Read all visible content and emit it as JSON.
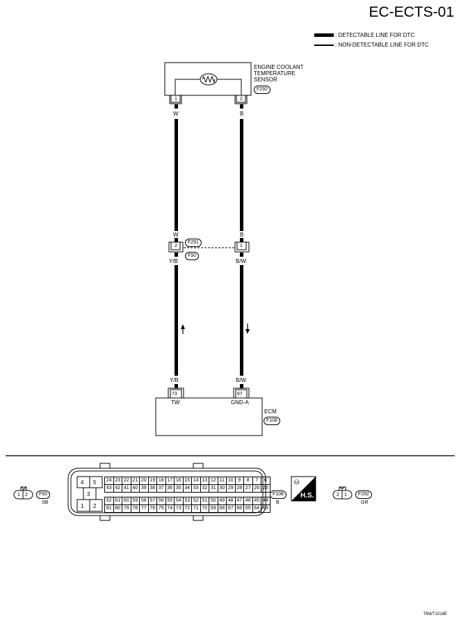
{
  "header": {
    "title": "EC-ECTS-01"
  },
  "legend": {
    "detectable": ": DETECTABLE LINE FOR DTC",
    "non_detectable": ": NON-DETECTABLE LINE FOR DTC"
  },
  "sensor": {
    "name_line1": "ENGINE COOLANT",
    "name_line2": "TEMPERATURE",
    "name_line3": "SENSOR",
    "connector": "F292",
    "pins": [
      "1",
      "2"
    ],
    "wire_colors": [
      "W",
      "B"
    ]
  },
  "joint": {
    "connector_top": "F291",
    "connector_bottom": "F50",
    "pins": [
      "2",
      "1"
    ],
    "upper_colors": [
      "W",
      "B"
    ],
    "lower_colors": [
      "Y/B",
      "B/W"
    ]
  },
  "ecm": {
    "name": "ECM",
    "connector": "F108",
    "pins": [
      "73",
      "67"
    ],
    "pin_labels": [
      "TW",
      "GND-A"
    ],
    "wire_colors": [
      "Y/B",
      "B/W"
    ]
  },
  "connectors": {
    "f50": {
      "pins": [
        "1",
        "2"
      ],
      "id": "F50",
      "color": "SB"
    },
    "f108": {
      "id": "F108",
      "color": "B",
      "left_pins": [
        "4",
        "5",
        "3",
        "1",
        "2"
      ],
      "row1": [
        "24",
        "23",
        "22",
        "21",
        "20",
        "19",
        "18",
        "17",
        "16",
        "15",
        "14",
        "13",
        "12",
        "11",
        "10",
        "9",
        "8",
        "7",
        "6"
      ],
      "row2": [
        "43",
        "42",
        "41",
        "40",
        "39",
        "38",
        "37",
        "36",
        "35",
        "34",
        "33",
        "32",
        "31",
        "30",
        "29",
        "28",
        "27",
        "26",
        "25"
      ],
      "row3": [
        "62",
        "61",
        "60",
        "59",
        "58",
        "57",
        "56",
        "55",
        "54",
        "53",
        "52",
        "51",
        "50",
        "49",
        "48",
        "47",
        "46",
        "45",
        "44"
      ],
      "row4": [
        "81",
        "80",
        "79",
        "78",
        "77",
        "76",
        "75",
        "74",
        "73",
        "72",
        "71",
        "70",
        "69",
        "68",
        "67",
        "66",
        "65",
        "64",
        "63"
      ]
    },
    "hs_label": "H.S.",
    "f292": {
      "pins": [
        "2",
        "1"
      ],
      "id": "F292",
      "color": "GR"
    }
  },
  "footer": {
    "code": "TBWT1018E"
  }
}
